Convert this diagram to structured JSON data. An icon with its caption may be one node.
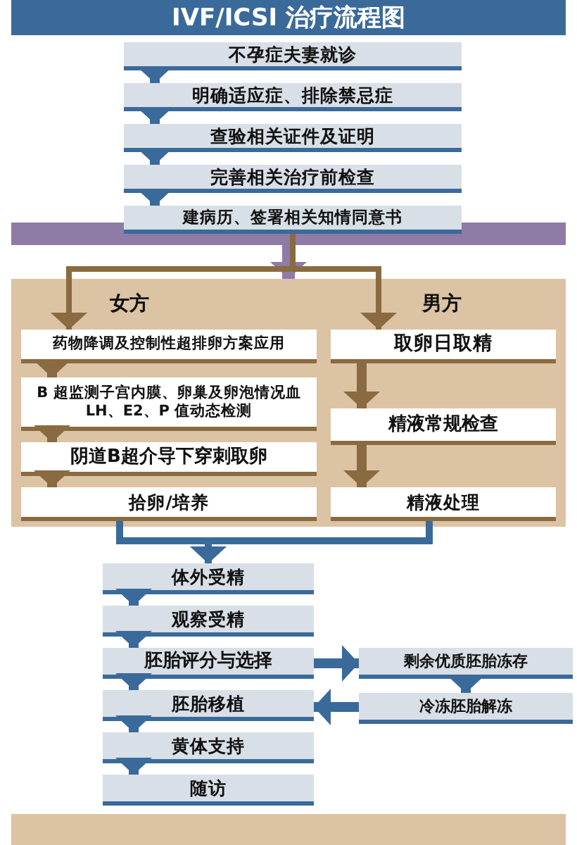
{
  "diagram": {
    "title": "IVF/ICSI 治疗流程图",
    "nodes": [
      {
        "text": [
          "不孕症夫妻就诊"
        ]
      },
      {
        "text": [
          "明确适应症、排除禁忌症"
        ]
      },
      {
        "text": [
          "查验相关证件及证明"
        ]
      },
      {
        "text": [
          "完善相关治疗前检查"
        ]
      },
      {
        "text": [
          "建病历、签署相关知情同意书"
        ]
      },
      {
        "text": [
          "女方",
          "男方"
        ]
      },
      {
        "text": [
          "药物降调及控制性超排卵方案应用"
        ],
        "in": 5
      },
      {
        "text": [
          "B 超监测子宫内膜、卵巢及卵泡情况血 LH、E2、P 值动态检测"
        ],
        "in": 5
      },
      {
        "text": [
          "阴道B超介导下穿刺取卵"
        ],
        "in": 5
      },
      {
        "text": [
          "拾卵/培养"
        ],
        "in": 5
      },
      {
        "text": [
          "取卵日取精"
        ],
        "in": 5
      },
      {
        "text": [
          "精液常规检查"
        ],
        "in": 5
      },
      {
        "text": [
          "精液处理"
        ],
        "in": 5
      },
      {
        "text": [
          "体外受精"
        ]
      },
      {
        "text": [
          "观察受精"
        ]
      },
      {
        "text": [
          "胚胎评分与选择"
        ]
      },
      {
        "text": [
          "胚胎移植"
        ]
      },
      {
        "text": [
          "黄体支持"
        ]
      },
      {
        "text": [
          "随访"
        ]
      },
      {
        "text": [
          "剩余优质胚胎冻存"
        ]
      },
      {
        "text": [
          "冷冻胚胎解冻"
        ]
      }
    ],
    "edges": [
      {
        "from": 0,
        "to": 1,
        "arrow": "to"
      },
      {
        "from": 1,
        "to": 2,
        "arrow": "to"
      },
      {
        "from": 2,
        "to": 3,
        "arrow": "to"
      },
      {
        "from": 3,
        "to": 4,
        "arrow": "to"
      },
      {
        "from": 4,
        "to": 5,
        "arrow": "to",
        "color": "#8e7ba6"
      },
      {
        "from": 4,
        "to": 6,
        "arrow": "to",
        "color": "#8a6a40"
      },
      {
        "from": 4,
        "to": 10,
        "arrow": "to",
        "color": "#8a6a40"
      },
      {
        "from": 6,
        "to": 7,
        "arrow": "to",
        "color": "#8a6a40"
      },
      {
        "from": 7,
        "to": 8,
        "arrow": "to",
        "color": "#8a6a40"
      },
      {
        "from": 8,
        "to": 9,
        "arrow": "to",
        "color": "#8a6a40"
      },
      {
        "from": 10,
        "to": 11,
        "arrow": "to",
        "color": "#8a6a40"
      },
      {
        "from": 11,
        "to": 12,
        "arrow": "to",
        "color": "#8a6a40"
      },
      {
        "from": 9,
        "to": 13,
        "arrow": "to"
      },
      {
        "from": 12,
        "to": 13,
        "arrow": "to"
      },
      {
        "from": 13,
        "to": 14,
        "arrow": "to"
      },
      {
        "from": 14,
        "to": 15,
        "arrow": "to"
      },
      {
        "from": 15,
        "to": 16,
        "arrow": "to"
      },
      {
        "from": 16,
        "to": 17,
        "arrow": "to"
      },
      {
        "from": 17,
        "to": 18,
        "arrow": "to"
      },
      {
        "from": 15,
        "to": 19,
        "arrow": "to"
      },
      {
        "from": 19,
        "to": 20,
        "arrow": "to"
      },
      {
        "from": 20,
        "to": 16,
        "arrow": "to"
      }
    ]
  }
}
